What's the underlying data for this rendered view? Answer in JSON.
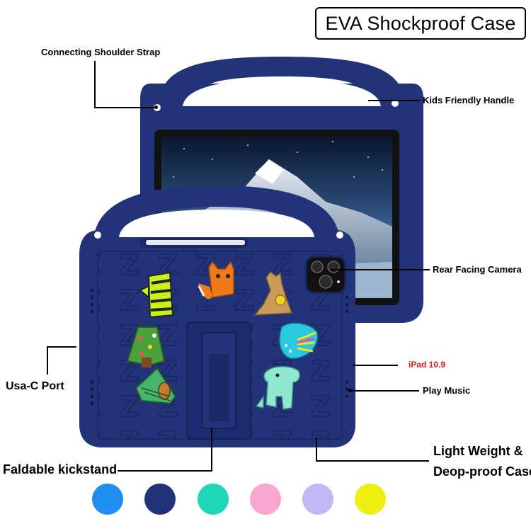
{
  "title": "EVA Shockproof Case",
  "labels": {
    "strap": "Connecting Shoulder Strap",
    "handle": "Kids Friendly Handle",
    "camera": "Rear Facing Camera",
    "model": "iPad 10.9",
    "port": "Usa-C Port",
    "music": "Play Music",
    "kickstand": "Faldable kickstand",
    "weight_line1": "Light Weight &",
    "weight_line2": "Deop-proof Case"
  },
  "colors": {
    "case": "#22337a",
    "model_label": "#e8141c",
    "swatches": [
      "#1f8ef0",
      "#22337a",
      "#1fd6b6",
      "#f6a6cf",
      "#c2b6f4",
      "#eeee10"
    ]
  },
  "icons": [
    "zebra-icon",
    "fox-icon",
    "kangaroo-icon",
    "tree-icon",
    "fish-icon",
    "harp-icon",
    "elephant-icon",
    "letter-z-pattern-icon",
    "camera-lens-icon"
  ]
}
